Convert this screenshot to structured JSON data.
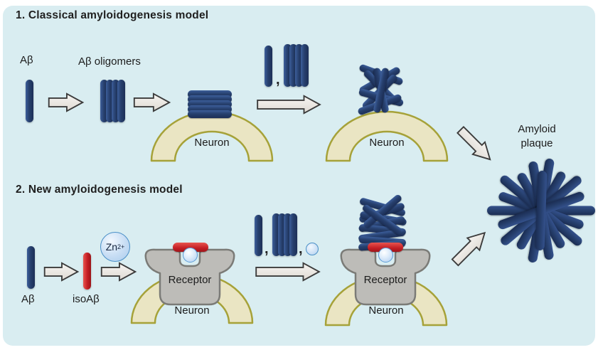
{
  "figure": {
    "type": "scientific-diagram",
    "topic": "Amyloidogenesis models"
  },
  "titles": {
    "model1": "1. Classical amyloidogenesis model",
    "model2": "2. New amyloidogenesis model"
  },
  "labels": {
    "abeta": "Aβ",
    "oligomers": "Aβ oligomers",
    "neuron": "Neuron",
    "receptor": "Receptor",
    "isoabeta": "isoAβ",
    "zn_base": "Zn",
    "zn_sup": "2+",
    "comma": ",",
    "amyloid_line1": "Amyloid",
    "amyloid_line2": "plaque"
  },
  "icons": {
    "abeta-rod": "vertical navy capsule",
    "isoabeta-rod": "vertical red capsule",
    "oligomer-bundle": "four navy capsules side by side",
    "fibril-stack": "five horizontal navy capsules stacked",
    "oligomer-tangle": "criss-crossed ball of navy capsules",
    "amyloid-plaque-star": "starburst of navy capsules",
    "neuron-arc": "tan half-ring",
    "receptor": "gray goblet shape with top notch",
    "zinc-ion": "light blue circle labelled Zn2+",
    "ion-ball": "small light blue sphere",
    "arrow": "light gray outlined arrow"
  },
  "colors": {
    "panel_background": "#d9edf1",
    "abeta_blue": "#27406e",
    "isoabeta_red": "#c41e24",
    "neuron_fill": "#eae5c3",
    "neuron_stroke": "#a6a239",
    "receptor_gray": "#bdbcb8",
    "receptor_stroke": "#7b7b77",
    "arrow_fill": "#ece9e3",
    "arrow_stroke": "#3b3b3b",
    "zinc_blue": "#a9cbec",
    "text": "#1c1c1c"
  }
}
